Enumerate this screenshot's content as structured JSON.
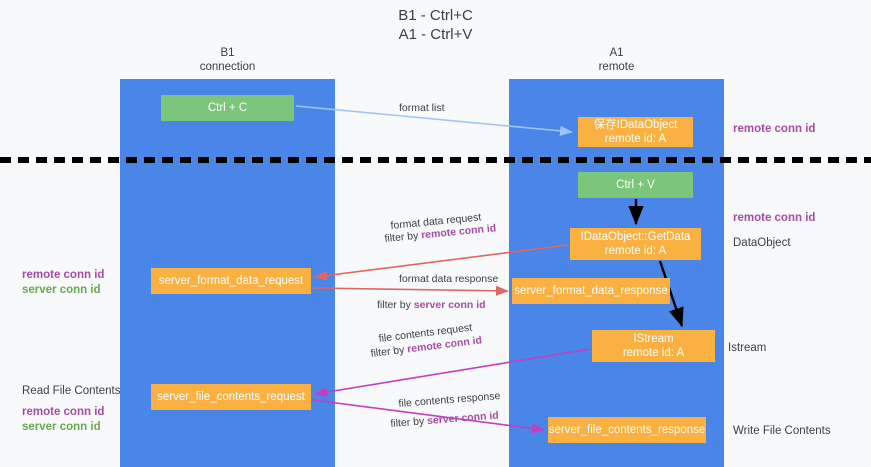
{
  "title": {
    "line1": "B1 - Ctrl+C",
    "line2": "A1 - Ctrl+V"
  },
  "columns": [
    {
      "id": "b1",
      "name": "B1",
      "role": "connection"
    },
    {
      "id": "a1",
      "name": "A1",
      "role": "remote"
    }
  ],
  "colors": {
    "lane": "#4a86e8",
    "green_node": "#7bc67b",
    "orange_node": "#fbb042",
    "purple_label": "#a64ca6",
    "green_label": "#6aa84f",
    "arrow_blue": "#9fc5f8",
    "arrow_red": "#e06666",
    "arrow_magenta": "#c23fc2",
    "arrow_black": "#000000",
    "divider": "#000000",
    "background": "#f8f9fa"
  },
  "nodes": {
    "ctrl_c": {
      "label": "Ctrl + C",
      "style": "green"
    },
    "save_idataobject": {
      "label": "保存IDataObject\nremote id: A",
      "style": "orange"
    },
    "ctrl_v": {
      "label": "Ctrl + V",
      "style": "green"
    },
    "getdata": {
      "label": "IDataObject::GetData\nremote id: A",
      "style": "orange"
    },
    "server_format_data_request": {
      "label": "server_format_data_request",
      "style": "orange"
    },
    "server_format_data_response": {
      "label": "server_format_data_response",
      "style": "orange"
    },
    "istream": {
      "label": "IStream\nremote id: A",
      "style": "orange"
    },
    "server_file_contents_request": {
      "label": "server_file_contents_request",
      "style": "orange"
    },
    "server_file_contents_response": {
      "label": "server_file_contents_response",
      "style": "orange"
    }
  },
  "edge_labels": {
    "format_list": "format list",
    "format_data_request": "format data request",
    "format_data_request_filter_prefix": "filter by ",
    "format_data_request_filter_key": "remote conn id",
    "format_data_response": "format data response",
    "format_data_response_filter_prefix": "filter by ",
    "format_data_response_filter_key": "server conn id",
    "file_contents_request": "file contents request",
    "file_contents_request_filter_prefix": "filter by ",
    "file_contents_request_filter_key": "remote conn id",
    "file_contents_response": "file contents response",
    "file_contents_response_filter_prefix": "filter by ",
    "file_contents_response_filter_key": "server conn id"
  },
  "annotations": {
    "right_remote_conn_id_top": "remote conn id",
    "right_remote_conn_id_mid": "remote conn id",
    "right_dataobject": "DataObject",
    "right_istream": "Istream",
    "right_write_file_contents": "Write File Contents",
    "left_mid_remote": "remote conn id",
    "left_mid_server": "server conn id",
    "left_bot_read": "Read File Contents",
    "left_bot_remote": "remote conn id",
    "left_bot_server": "server conn id"
  }
}
